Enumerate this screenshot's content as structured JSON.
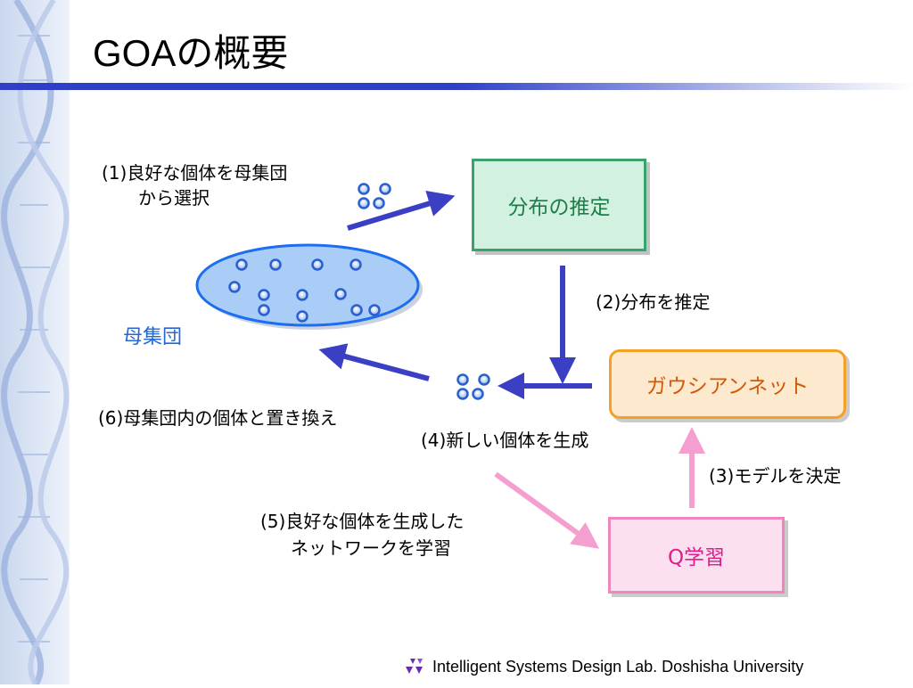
{
  "slide": {
    "title": "GOAの概要",
    "footer": "Intelligent Systems Design Lab. Doshisha University"
  },
  "boxes": {
    "estimation": "分布の推定",
    "gaussian_net": "ガウシアンネット",
    "q_learning": "Q学習"
  },
  "population_label": "母集団",
  "steps": {
    "step1_line1": "(1)良好な個体を母集団",
    "step1_line2": "から選択",
    "step2": "(2)分布を推定",
    "step3": "(3)モデルを決定",
    "step4": "(4)新しい個体を生成",
    "step5_line1": "(5)良好な個体を生成した",
    "step5_line2": "ネットワークを学習",
    "step6": "(6)母集団内の個体と置き換え"
  },
  "colors": {
    "title_rule": "#2e3fc8",
    "arrow_blue": "#3a3fc4",
    "arrow_pink": "#f59fd0",
    "estimation_fill": "#d3f1e1",
    "gaussian_fill": "#fde9cd",
    "q_fill": "#fde0ef",
    "population_fill": "#a9cdf6"
  },
  "icons": {
    "logo": "purple-triangle-cluster-icon",
    "side_decoration": "dna-helix-icon"
  }
}
